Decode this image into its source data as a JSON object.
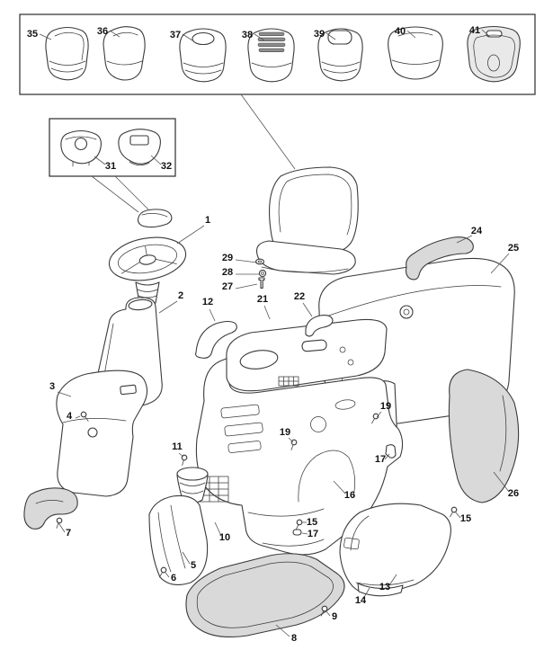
{
  "colors": {
    "line": "#3a3a3a",
    "shade": "#d9d9d9",
    "shade-light": "#e9e9e9",
    "leader": "#555555",
    "label": "#111111",
    "bg": "#ffffff"
  },
  "diagram": {
    "callouts": {
      "n1": "1",
      "n2": "2",
      "n3": "3",
      "n4": "4",
      "n5": "5",
      "n6": "6",
      "n7": "7",
      "n8": "8",
      "n9": "9",
      "n10": "10",
      "n11": "11",
      "n12": "12",
      "n13": "13",
      "n14": "14",
      "n15a": "15",
      "n15b": "15",
      "n16": "16",
      "n17a": "17",
      "n17b": "17",
      "n19a": "19",
      "n19b": "19",
      "n21": "21",
      "n22": "22",
      "n24": "24",
      "n25": "25",
      "n26": "26",
      "n27": "27",
      "n28": "28",
      "n29": "29",
      "n31": "31",
      "n32": "32",
      "n35": "35",
      "n36": "36",
      "n37": "37",
      "n38": "38",
      "n39": "39",
      "n40": "40",
      "n41": "41"
    }
  }
}
